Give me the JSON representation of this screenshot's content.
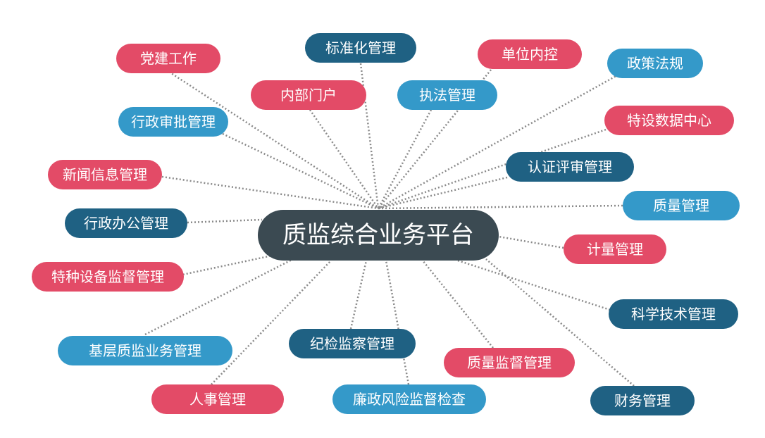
{
  "center": {
    "label": "质监综合业务平台",
    "color": "#3b4a52"
  },
  "colors": {
    "red": "#e34b67",
    "blue": "#3499c9",
    "dark": "#1f6183",
    "connector": "#8a8a8a"
  },
  "nodes": [
    {
      "id": "dangjian",
      "label": "党建工作",
      "color": "red"
    },
    {
      "id": "biaozhunhua",
      "label": "标准化管理",
      "color": "dark"
    },
    {
      "id": "danweineikong",
      "label": "单位内控",
      "color": "red"
    },
    {
      "id": "zhengcefagui",
      "label": "政策法规",
      "color": "blue"
    },
    {
      "id": "neibumenhu",
      "label": "内部门户",
      "color": "red"
    },
    {
      "id": "zhifa",
      "label": "执法管理",
      "color": "blue"
    },
    {
      "id": "xingzhengshenpi",
      "label": "行政审批管理",
      "color": "blue"
    },
    {
      "id": "teshe-shuju",
      "label": "特设数据中心",
      "color": "red"
    },
    {
      "id": "xinwen",
      "label": "新闻信息管理",
      "color": "red"
    },
    {
      "id": "renzheng",
      "label": "认证评审管理",
      "color": "dark"
    },
    {
      "id": "zhiliang",
      "label": "质量管理",
      "color": "blue"
    },
    {
      "id": "xingzhengbangong",
      "label": "行政办公管理",
      "color": "dark"
    },
    {
      "id": "jiliang",
      "label": "计量管理",
      "color": "red"
    },
    {
      "id": "tezhongshebei",
      "label": "特种设备监督管理",
      "color": "red"
    },
    {
      "id": "kexue",
      "label": "科学技术管理",
      "color": "dark"
    },
    {
      "id": "jiceng",
      "label": "基层质监业务管理",
      "color": "blue"
    },
    {
      "id": "jijian",
      "label": "纪检监察管理",
      "color": "dark"
    },
    {
      "id": "zhiliangjiandu",
      "label": "质量监督管理",
      "color": "red"
    },
    {
      "id": "renshi",
      "label": "人事管理",
      "color": "red"
    },
    {
      "id": "lianzheng",
      "label": "廉政风险监督检查",
      "color": "blue"
    },
    {
      "id": "caiwu",
      "label": "财务管理",
      "color": "dark"
    }
  ]
}
